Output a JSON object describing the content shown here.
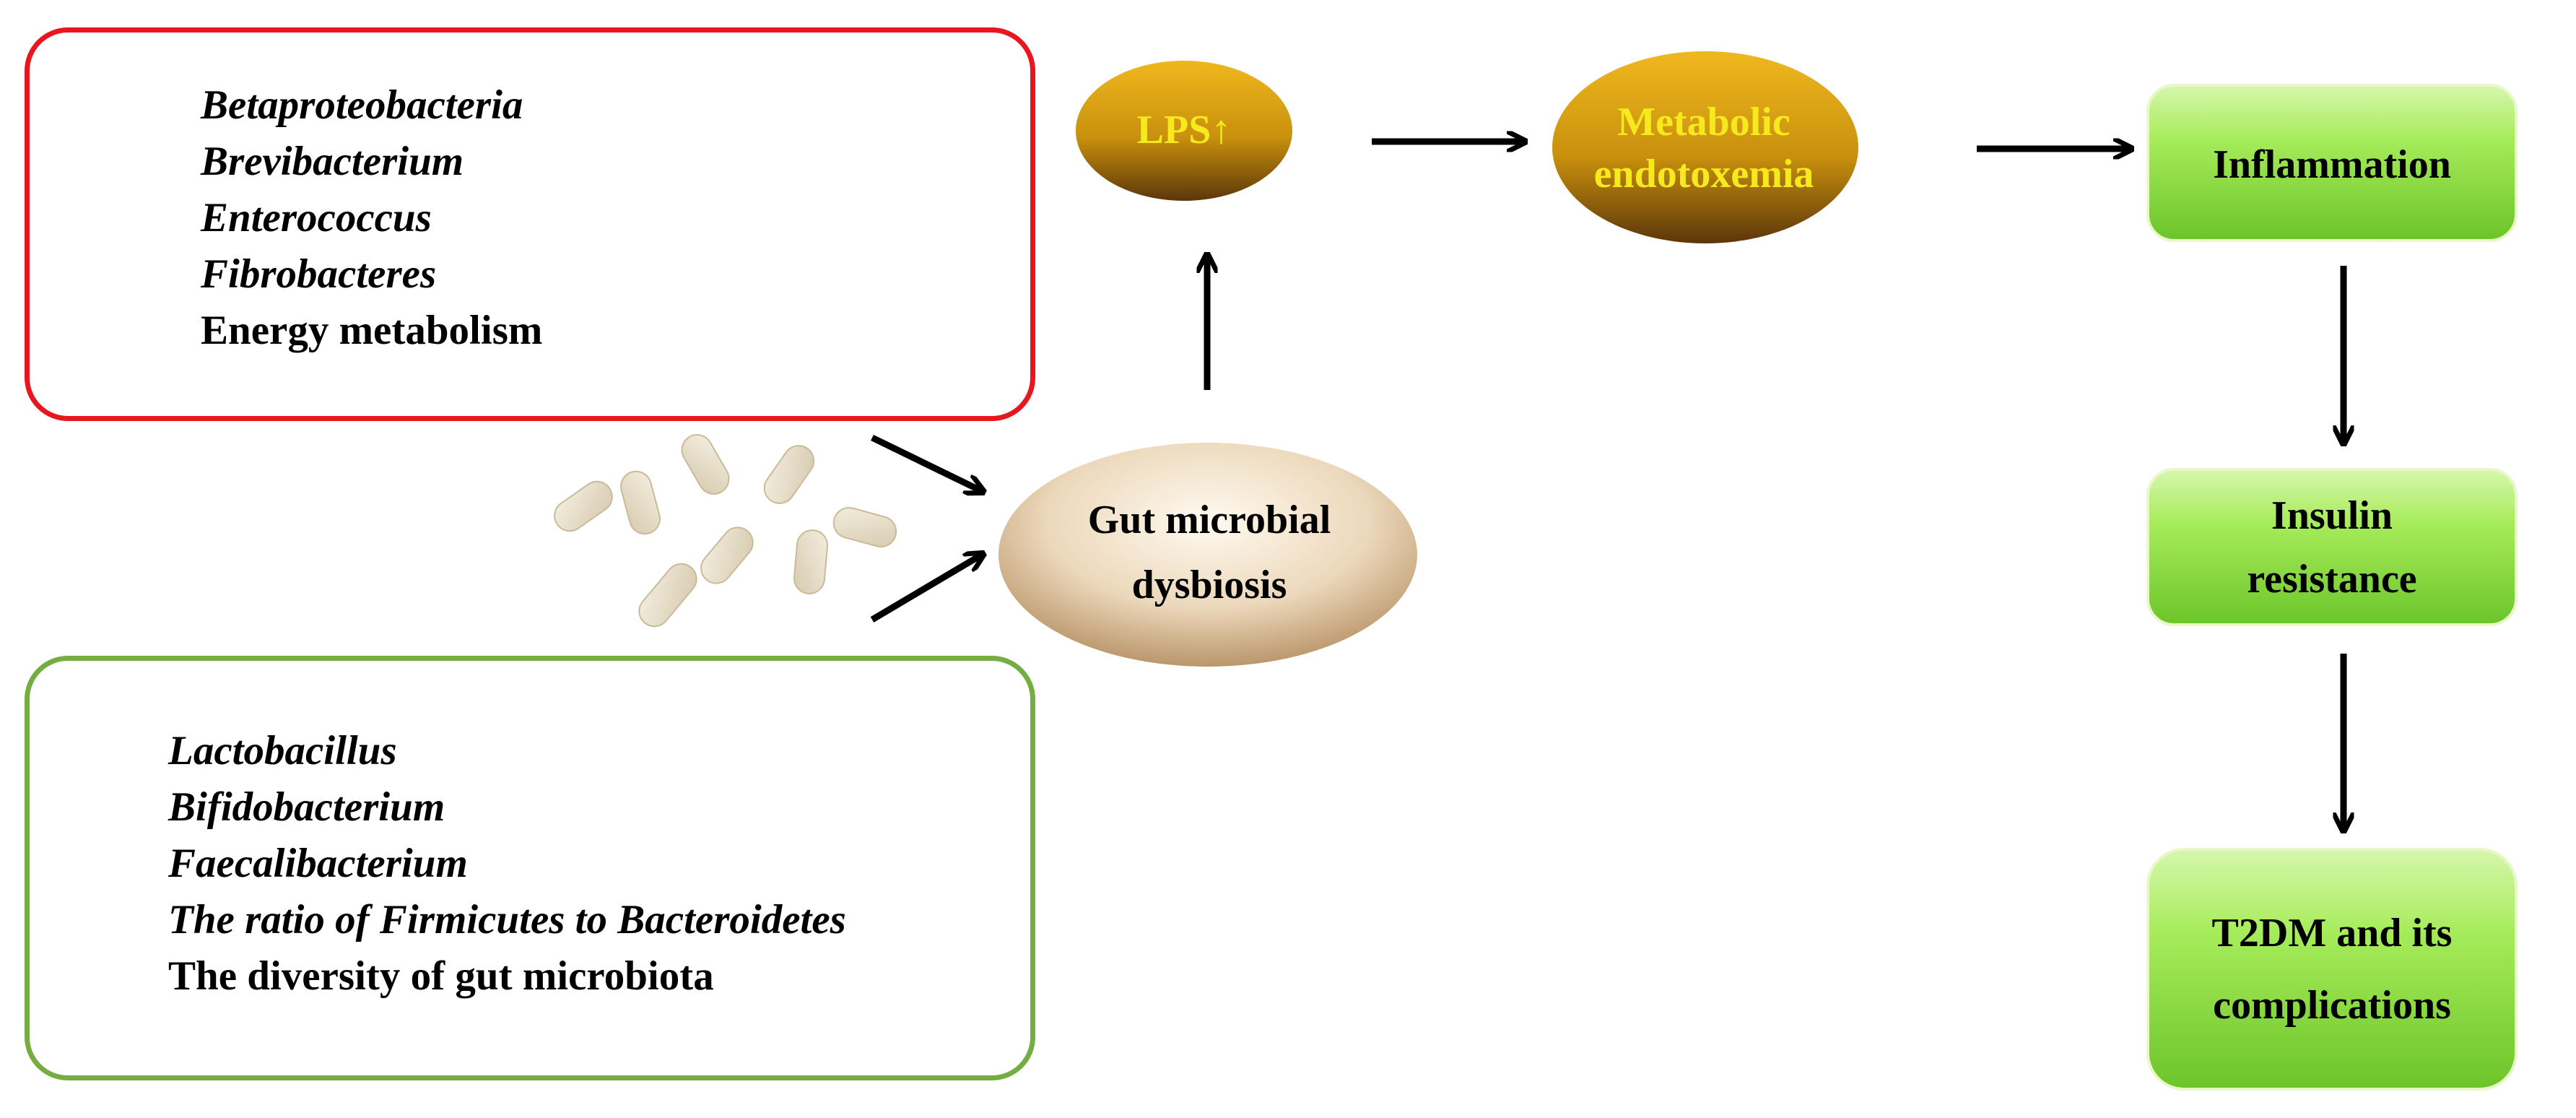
{
  "increased_box": {
    "border_color": "#e8161e",
    "arrow_icon": "up-arrow-icon",
    "arrow_color": "#e8161e",
    "items": [
      {
        "text": "Betaproteobacteria",
        "italic": true
      },
      {
        "text": "Brevibacterium",
        "italic": true
      },
      {
        "text": "Enterococcus",
        "italic": true
      },
      {
        "text": "Fibrobacteres",
        "italic": true
      },
      {
        "text": "Energy metabolism",
        "italic": false
      }
    ]
  },
  "decreased_box": {
    "border_color": "#75ad43",
    "arrow_icon": "down-arrow-icon",
    "arrow_color": "#70ad47",
    "items": [
      {
        "text": "Lactobacillus",
        "italic": true
      },
      {
        "text": "Bifidobacterium",
        "italic": true
      },
      {
        "text": "Faecalibacterium",
        "italic": true
      },
      {
        "text": "The ratio of Firmicutes to Bacteroidetes",
        "italic": true
      },
      {
        "text": "The diversity of gut microbiota",
        "italic": false
      }
    ]
  },
  "nodes": {
    "lps": {
      "label": "LPS↑",
      "text_color": "#f6ea1e"
    },
    "metabolic_endotoxemia": {
      "label_lines": [
        "Metabolic",
        "endotoxemia"
      ],
      "text_color": "#f6ea1e"
    },
    "gut_dysbiosis": {
      "label_lines": [
        "Gut microbial",
        "dysbiosis"
      ]
    },
    "inflammation": {
      "label": "Inflammation"
    },
    "insulin_resistance": {
      "label_lines": [
        "Insulin",
        "resistance"
      ]
    },
    "t2dm": {
      "label_lines": [
        "T2DM and its",
        "complications"
      ]
    }
  },
  "colors": {
    "gold_ellipse": "#c8900d",
    "beige_ellipse": "#e9d4b5",
    "green_box": "#9be24f",
    "bacteria": "#e5dcc6",
    "arrow": "#000000"
  },
  "icons": [
    "bacteria-icon",
    "arrow-icon"
  ]
}
